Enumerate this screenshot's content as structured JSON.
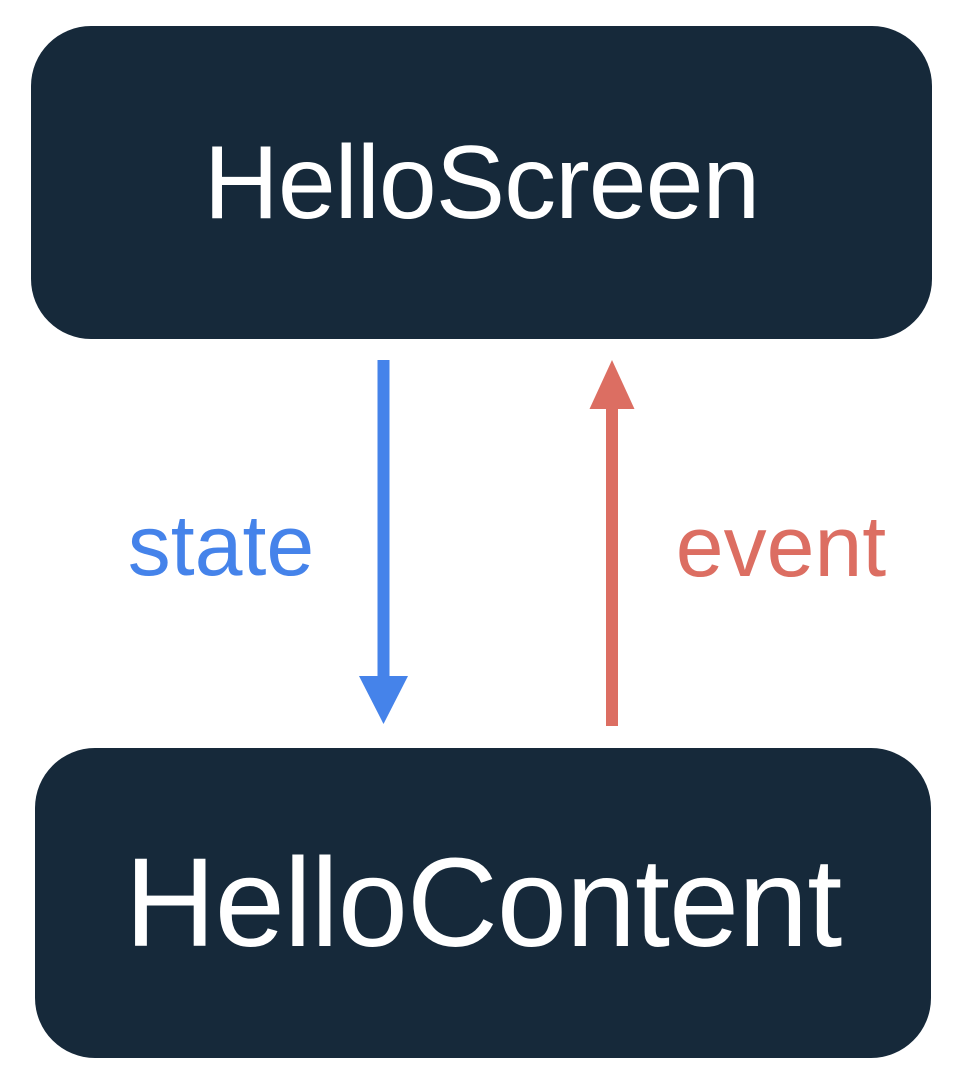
{
  "diagram": {
    "nodes": [
      {
        "id": "hello-screen",
        "label": "HelloScreen"
      },
      {
        "id": "hello-content",
        "label": "HelloContent"
      }
    ],
    "edges": [
      {
        "id": "state",
        "label": "state",
        "from": "hello-screen",
        "to": "hello-content",
        "direction": "down"
      },
      {
        "id": "event",
        "label": "event",
        "from": "hello-content",
        "to": "hello-screen",
        "direction": "up"
      }
    ]
  },
  "colors": {
    "background": "#FFFFFF",
    "node_background": "#16293A",
    "node_text": "#FFFFFF",
    "state_arrow": "#4583EA",
    "event_arrow": "#DC6E62"
  }
}
